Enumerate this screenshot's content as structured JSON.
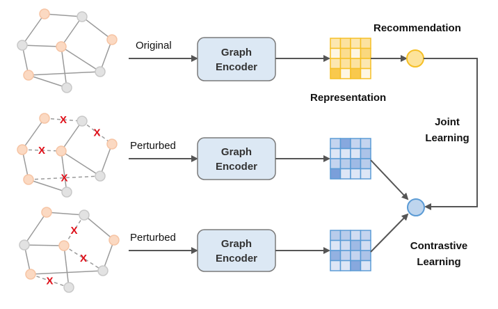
{
  "colors": {
    "node_orange_fill": "#fbd9c2",
    "node_orange_stroke": "#f6c4a4",
    "node_gray_fill": "#e2e2e2",
    "node_gray_stroke": "#c8c8c8",
    "edge": "#9a9a9a",
    "arrow": "#555555",
    "encoder_fill": "#dce8f4",
    "encoder_stroke": "#7a7a7a",
    "yellow_stroke": "#f5bf26",
    "yellow_fill": "#fde39a",
    "blue_stroke": "#5b9bd5",
    "blue_fill": "#bed5ee",
    "cut": "#e0101a"
  },
  "rows": [
    {
      "input_label": "Original",
      "encoder_line1": "Graph",
      "encoder_line2": "Encoder"
    },
    {
      "input_label": "Perturbed",
      "encoder_line1": "Graph",
      "encoder_line2": "Encoder"
    },
    {
      "input_label": "Perturbed",
      "encoder_line1": "Graph",
      "encoder_line2": "Encoder"
    }
  ],
  "labels": {
    "recommendation": "Recommendation",
    "representation": "Representation",
    "joint_line1": "Joint",
    "joint_line2": "Learning",
    "contrastive_line1": "Contrastive",
    "contrastive_line2": "Learning",
    "cut_mark": "X"
  },
  "matrices": {
    "yellow": [
      [
        0.3,
        0.4,
        0.3,
        0.4
      ],
      [
        0,
        0.5,
        0,
        0.6
      ],
      [
        0.3,
        0.4,
        0.4,
        0.3
      ],
      [
        0.9,
        0,
        0.9,
        0
      ]
    ],
    "blue1": [
      [
        0.3,
        0.8,
        0.3,
        0.3
      ],
      [
        0.1,
        0.1,
        0.1,
        0.5
      ],
      [
        0.3,
        0.4,
        0.6,
        0.4
      ],
      [
        0.9,
        0.1,
        0.1,
        0.1
      ]
    ],
    "blue2": [
      [
        0.4,
        0.4,
        0.2,
        0.3
      ],
      [
        0.1,
        0.2,
        0.6,
        0.2
      ],
      [
        0.7,
        0.3,
        0.3,
        0.5
      ],
      [
        0.1,
        0.1,
        0.8,
        0.1
      ]
    ]
  }
}
